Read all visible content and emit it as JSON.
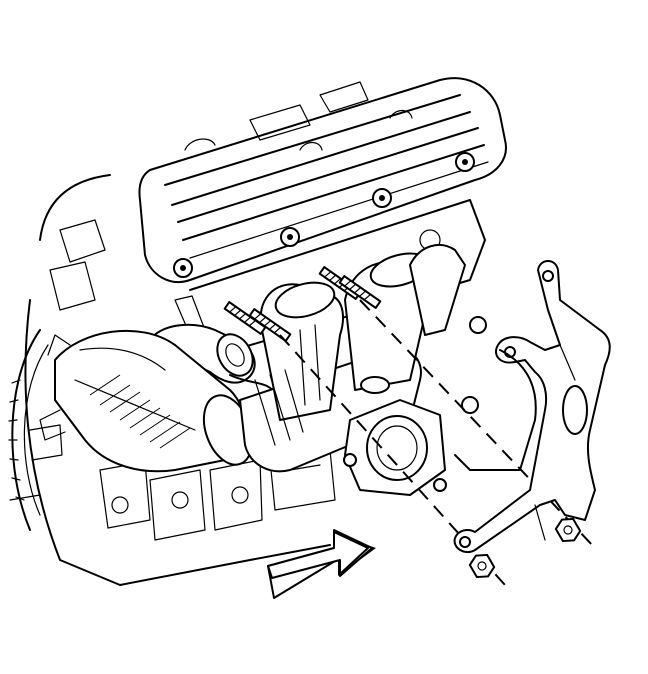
{
  "figure": {
    "colors": {
      "line": "#000000",
      "background": "#ffffff"
    },
    "parts": [
      {
        "id": "valve-cover",
        "icon": "valve-cover-illustration"
      },
      {
        "id": "exhaust-manifold",
        "icon": "exhaust-manifold-illustration"
      },
      {
        "id": "manifold-studs",
        "icon": "stud-illustration"
      },
      {
        "id": "exhaust-pipe-flange",
        "icon": "flange-illustration"
      },
      {
        "id": "support-bracket",
        "icon": "bracket-illustration"
      },
      {
        "id": "bracket-nuts",
        "icon": "nut-illustration"
      },
      {
        "id": "direction-arrow",
        "icon": "arrow-right-icon"
      }
    ]
  }
}
